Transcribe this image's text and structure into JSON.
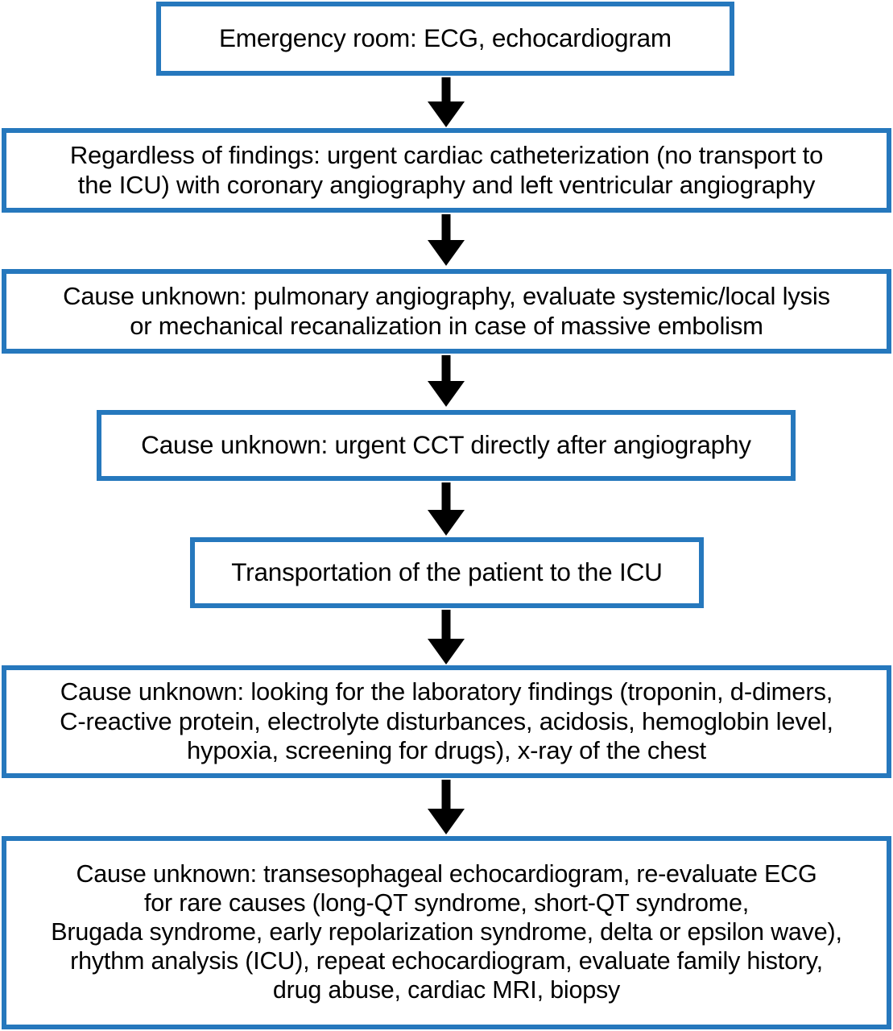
{
  "diagram": {
    "type": "flowchart",
    "orientation": "top-to-bottom",
    "accent_color": "#2678bd",
    "box_fill": "#ffffff",
    "text_color": "#000000",
    "arrow_color": "#000000",
    "node_count": 7,
    "arrow_count": 6,
    "nodes": [
      {
        "id": "node-1",
        "name": "emergency-room",
        "text": "Emergency room: ECG, echocardiogram"
      },
      {
        "id": "node-2",
        "name": "urgent-cardiac-catheterization",
        "text": "Regardless of findings: urgent cardiac catheterization (no transport to\nthe ICU) with coronary angiography and left ventricular angiography"
      },
      {
        "id": "node-3",
        "name": "pulmonary-angiography",
        "text": "Cause unknown: pulmonary angiography, evaluate systemic/local lysis\nor mechanical recanalization in case of massive embolism"
      },
      {
        "id": "node-4",
        "name": "urgent-cct",
        "text": "Cause unknown: urgent CCT directly after angiography"
      },
      {
        "id": "node-5",
        "name": "transport-to-icu",
        "text": "Transportation of the patient to the ICU"
      },
      {
        "id": "node-6",
        "name": "laboratory-findings",
        "text": "Cause unknown: looking for the laboratory findings (troponin, d-dimers,\nC-reactive protein, electrolyte disturbances, acidosis, hemoglobin level,\nhypoxia, screening for drugs), x-ray of the chest"
      },
      {
        "id": "node-7",
        "name": "transesophageal-echocardiogram",
        "text": "Cause unknown: transesophageal echocardiogram, re-evaluate ECG\nfor rare causes (long-QT syndrome, short-QT syndrome,\nBrugada syndrome, early repolarization syndrome, delta or epsilon wave),\nrhythm analysis (ICU), repeat echocardiogram, evaluate family history,\ndrug abuse, cardiac MRI, biopsy"
      }
    ],
    "arrows": [
      {
        "id": "arrow-1",
        "name": "arrow-node1-to-node2",
        "from": "node-1",
        "to": "node-2"
      },
      {
        "id": "arrow-2",
        "name": "arrow-node2-to-node3",
        "from": "node-2",
        "to": "node-3"
      },
      {
        "id": "arrow-3",
        "name": "arrow-node3-to-node4",
        "from": "node-3",
        "to": "node-4"
      },
      {
        "id": "arrow-4",
        "name": "arrow-node4-to-node5",
        "from": "node-4",
        "to": "node-5"
      },
      {
        "id": "arrow-5",
        "name": "arrow-node5-to-node6",
        "from": "node-5",
        "to": "node-6"
      },
      {
        "id": "arrow-6",
        "name": "arrow-node6-to-node7",
        "from": "node-6",
        "to": "node-7"
      }
    ]
  }
}
